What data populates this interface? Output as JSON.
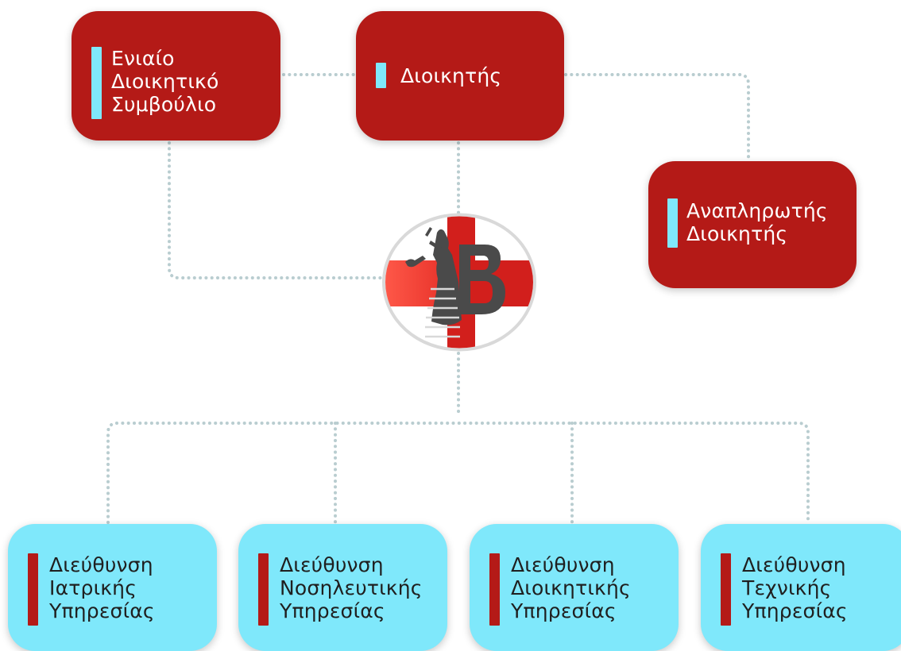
{
  "diagram": {
    "top_boxes": [
      {
        "id": "board",
        "lines": [
          "Ενιαίο",
          "Διοικητικό",
          "Συμβούλιο"
        ]
      },
      {
        "id": "director",
        "lines": [
          "Διοικητής"
        ]
      },
      {
        "id": "deputy",
        "lines": [
          "Αναπληρωτής",
          "Διοικητής"
        ]
      }
    ],
    "bottom_boxes": [
      {
        "id": "medical",
        "lines": [
          "Διεύθυνση",
          "Ιατρικής",
          "Υπηρεσίας"
        ]
      },
      {
        "id": "nursing",
        "lines": [
          "Διεύθυνση",
          "Νοσηλευτικής",
          "Υπηρεσίας"
        ]
      },
      {
        "id": "admin",
        "lines": [
          "Διεύθυνση",
          "Διοικητικής",
          "Υπηρεσίας"
        ]
      },
      {
        "id": "technical",
        "lines": [
          "Διεύθυνση",
          "Τεχνικής",
          "Υπηρεσίας"
        ]
      }
    ],
    "logo": {
      "letter": "B",
      "icon": "hospital-logo-icon"
    }
  },
  "colors": {
    "red_box": "#b41a17",
    "cyan_box": "#7fe8fb",
    "connector": "#b9cdd0",
    "logo_red": "#d21f1c",
    "logo_gray": "#4a4a4a"
  }
}
